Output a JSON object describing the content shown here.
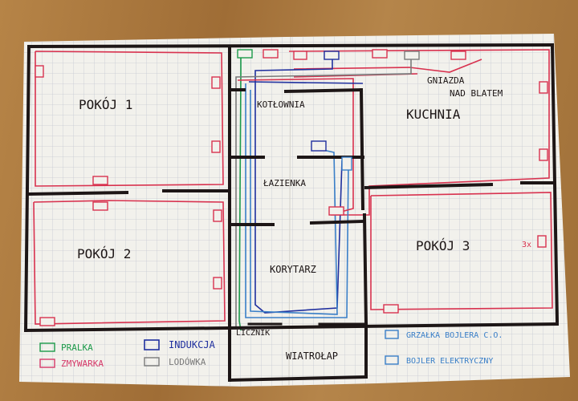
{
  "rooms": {
    "pokoj1": "POKÓJ 1",
    "pokoj2": "POKÓJ 2",
    "pokoj3": "POKÓJ 3",
    "kotlownia": "KOTŁOWNIA",
    "lazienka": "ŁAZIENKA",
    "kuchnia": "KUCHNIA",
    "korytarz": "KORYTARZ",
    "wiatrolap": "WIATROŁAP"
  },
  "notes": {
    "gniazda_line1": "GNIAZDA",
    "gniazda_line2": "NAD BLATEM",
    "licznik": "LICZNIK",
    "multiplier": "3x"
  },
  "legend": [
    {
      "label": "PRALKA",
      "color": "#1c9a4a"
    },
    {
      "label": "ZMYWARKA",
      "color": "#d63a6a"
    },
    {
      "label": "INDUKCJA",
      "color": "#1f2f9e"
    },
    {
      "label": "LODÓWKA",
      "color": "#7a7a7a"
    },
    {
      "label": "GRZAŁKA BOJLERA C.O.",
      "color": "#3a7fc8"
    },
    {
      "label": "BOJLER ELEKTRYCZNY",
      "color": "#3a7fc8"
    }
  ],
  "colors": {
    "wall": "#1d1616",
    "circuit_red": "#d8324f",
    "circuit_green": "#1c9a4a",
    "circuit_navy": "#1f2f9e",
    "circuit_blue": "#3a7fc8",
    "circuit_gray": "#7a7a7a",
    "paper": "#f2f1ed",
    "grid": "#c9ccd4"
  }
}
